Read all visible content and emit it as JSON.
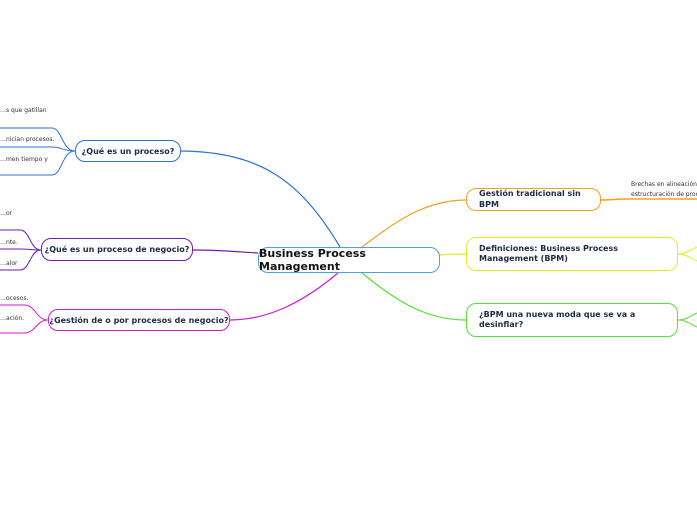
{
  "central": "Business Process Management",
  "left_topics": [
    {
      "label": "¿Qué es un proceso?",
      "color": "#2f6fd8",
      "leaves": [
        "…s que gatillan",
        "…nician procesos.",
        "…men tiempo y",
        ""
      ]
    },
    {
      "label": "¿Qué es un proceso de negocio?",
      "color": "#6a1fb0",
      "leaves": [
        "…or",
        "…nte.",
        "…alor"
      ]
    },
    {
      "label": "¿Gestión de o por procesos de negocio?",
      "color": "#d11ad0",
      "leaves": [
        "…ocesos.",
        "…ación."
      ]
    }
  ],
  "right_topics": [
    {
      "label": "Gestión tradicional sin BPM",
      "color": "#f5a020",
      "leaves": [
        "Brechas en alineación e",
        "estructuración de proce…"
      ]
    },
    {
      "label": "Definiciones: Business Process Management (BPM)",
      "color": "#e8e820",
      "leaves": []
    },
    {
      "label": "¿BPM una nueva moda que se va a desinflar?",
      "color": "#55e030",
      "leaves": []
    }
  ]
}
